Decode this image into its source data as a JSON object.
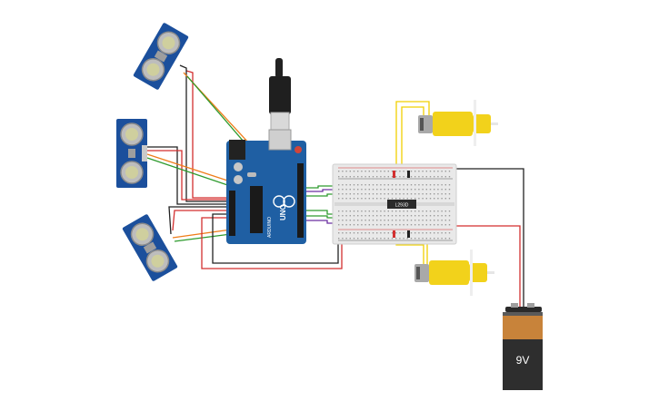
{
  "battery": {
    "voltage_label": "9V"
  },
  "chip": {
    "label": "L293D"
  },
  "arduino": {
    "model_label": "UNO",
    "brand_label": "ARDUINO"
  },
  "sensors": [
    {
      "name": "ultrasonic-sensor-top"
    },
    {
      "name": "ultrasonic-sensor-middle"
    },
    {
      "name": "ultrasonic-sensor-bottom"
    }
  ],
  "motors": [
    {
      "name": "dc-motor-top"
    },
    {
      "name": "dc-motor-bottom"
    }
  ],
  "colors": {
    "board_blue": "#1f5fa3",
    "sensor_blue": "#1b4f9c",
    "motor_yellow": "#f2d21b",
    "battery_orange": "#c8833a",
    "battery_black": "#2e2e2e",
    "wire_red": "#d32f2f",
    "wire_black": "#222222",
    "wire_green": "#2e9b2e",
    "wire_orange": "#ef7d1a",
    "wire_purple": "#6a2fa0",
    "wire_yellow": "#f0d000",
    "breadboard": "#e9e9e9"
  }
}
